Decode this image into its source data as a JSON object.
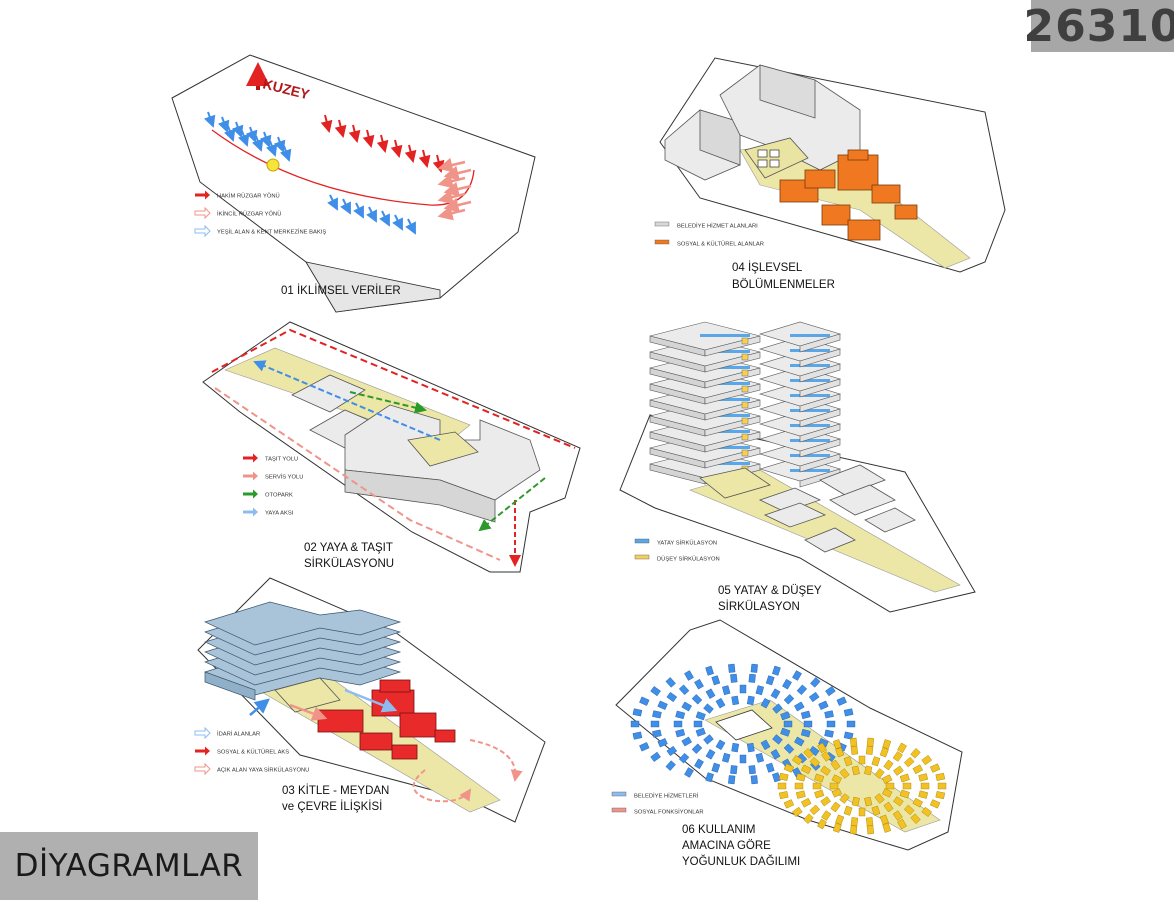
{
  "sheet_number": "26310",
  "sheet_title": "DİYAGRAMLAR",
  "colors": {
    "red": "#e32222",
    "pink": "#f0948a",
    "blue": "#3f8ee8",
    "lightblue": "#8dbdf0",
    "green": "#2b9a2b",
    "orange": "#f07820",
    "yellow": "#f2c224",
    "pale_yellow": "#ece7a6",
    "building": "#ebebeb",
    "building_blue": "#a9c4d9",
    "building_red": "#e82a2a",
    "dark_bar": "#3a3a3a"
  },
  "diagrams": [
    {
      "id": "d1",
      "title_lines": [
        "01 İKLİMSEL VERİLER"
      ],
      "north_label": "KUZEY",
      "legend": [
        {
          "label": "HAKİM RÜZGAR YÖNÜ",
          "color": "#e32222",
          "icon": "arrow-icon"
        },
        {
          "label": "İKİNCİL RÜZGAR YÖNÜ",
          "color": "#f0948a",
          "icon": "arrow-outline-icon"
        },
        {
          "label": "YEŞİL ALAN & KENT MERKEZİNE BAKIŞ",
          "color": "#8dbdf0",
          "icon": "arrow-outline-icon"
        }
      ]
    },
    {
      "id": "d2",
      "title_lines": [
        "02 YAYA & TAŞIT",
        "SİRKÜLASYONU"
      ],
      "legend": [
        {
          "label": "TAŞIT YOLU",
          "color": "#e32222",
          "icon": "arrow-icon"
        },
        {
          "label": "SERVİS YOLU",
          "color": "#f0948a",
          "icon": "arrow-icon"
        },
        {
          "label": "OTOPARK",
          "color": "#2b9a2b",
          "icon": "arrow-icon"
        },
        {
          "label": "YAYA AKSI",
          "color": "#8dbdf0",
          "icon": "arrow-icon"
        }
      ]
    },
    {
      "id": "d3",
      "title_lines": [
        "03 KİTLE - MEYDAN",
        "ve ÇEVRE İLİŞKİSİ"
      ],
      "legend": [
        {
          "label": "İDARİ ALANLAR",
          "color": "#8dbdf0",
          "icon": "arrow-outline-icon"
        },
        {
          "label": "SOSYAL & KÜLTÜREL AKS",
          "color": "#e32222",
          "icon": "arrow-icon"
        },
        {
          "label": "AÇIK ALAN YAYA SİRKÜLASYONU",
          "color": "#f0948a",
          "icon": "arrow-outline-icon"
        }
      ]
    },
    {
      "id": "d4",
      "title_lines": [
        "04 İŞLEVSEL",
        "BÖLÜMLENMELER"
      ],
      "legend": [
        {
          "label": "BELEDİYE HİZMET ALANLARI",
          "color": "#d8d8d8",
          "icon": "bar-icon"
        },
        {
          "label": "SOSYAL & KÜLTÜREL ALANLAR",
          "color": "#f07820",
          "icon": "bar-icon"
        }
      ]
    },
    {
      "id": "d5",
      "title_lines": [
        "05 YATAY & DÜŞEY",
        "SİRKÜLASYON"
      ],
      "legend": [
        {
          "label": "YATAY SİRKÜLASYON",
          "color": "#5aa6e6",
          "icon": "bar-icon"
        },
        {
          "label": "DÜŞEY SİRKÜLASYON",
          "color": "#f5cf5a",
          "icon": "bar-icon"
        }
      ]
    },
    {
      "id": "d6",
      "title_lines": [
        "06 KULLANIM",
        "AMACINA GÖRE",
        "YOĞUNLUK DAĞILIMI"
      ],
      "legend": [
        {
          "label": "BELEDİYE HİZMETLERİ",
          "color": "#8dbdf0",
          "icon": "bar-icon"
        },
        {
          "label": "SOSYAL FONKSİYONLAR",
          "color": "#f0948a",
          "icon": "bar-icon"
        }
      ]
    }
  ]
}
